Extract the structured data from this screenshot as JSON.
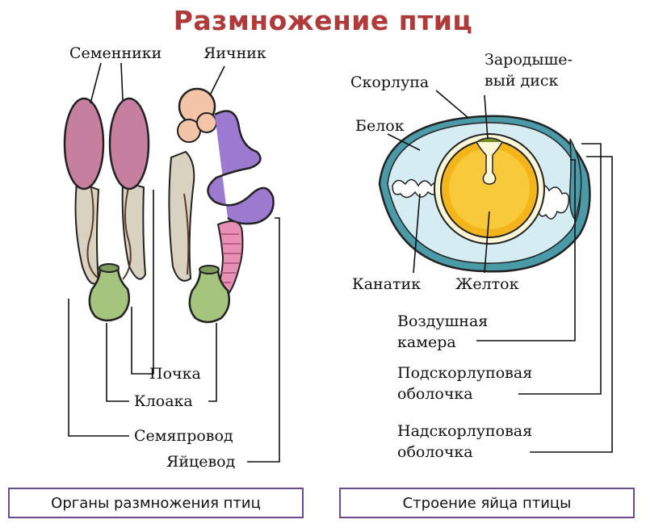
{
  "title": "Размножение птиц",
  "organs": {
    "testes": "Семенники",
    "ovary": "Яичник",
    "kidney": "Почка",
    "cloaca": "Клоака",
    "vas_deferens": "Семяпровод",
    "oviduct": "Яйцевод"
  },
  "egg": {
    "shell": "Скорлупа",
    "germinal_disc_1": "Зародыше-",
    "germinal_disc_2": "вый диск",
    "albumen": "Белок",
    "chalaza": "Канатик",
    "yolk": "Желток",
    "air_chamber_1": "Воздушная",
    "air_chamber_2": "камера",
    "inner_membrane_1": "Подскорлуповая",
    "inner_membrane_2": "оболочка",
    "outer_membrane_1": "Надскорлуповая",
    "outer_membrane_2": "оболочка"
  },
  "captions": {
    "left": "Органы  размножения  птиц",
    "right": "Строение  яйца  птицы"
  }
}
